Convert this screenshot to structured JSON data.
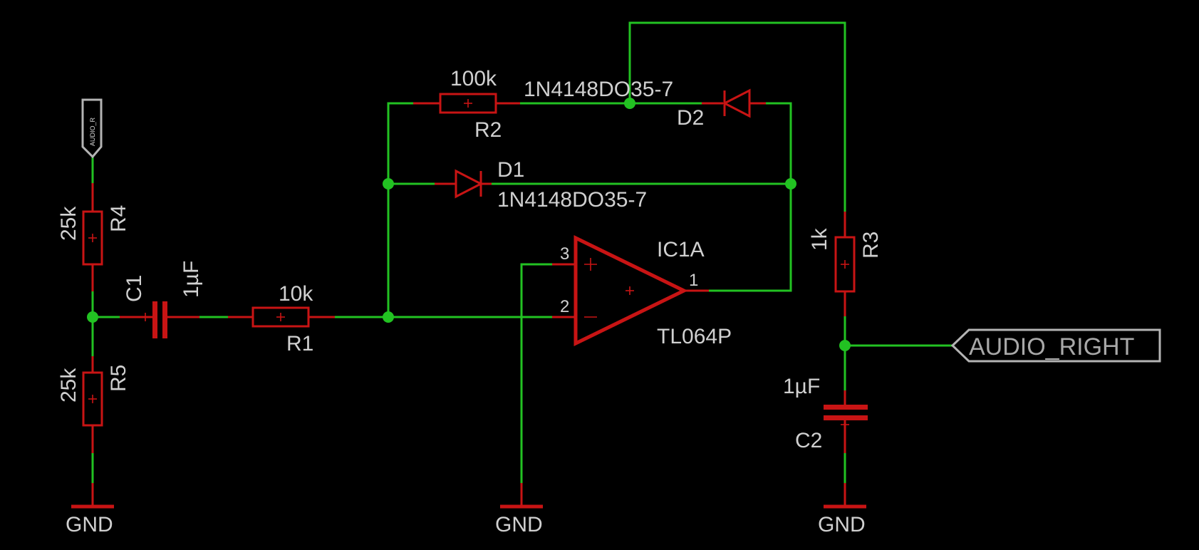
{
  "components": {
    "r1": {
      "ref": "R1",
      "value": "10k"
    },
    "r2": {
      "ref": "R2",
      "value": "100k"
    },
    "r3": {
      "ref": "R3",
      "value": "1k"
    },
    "r4": {
      "ref": "R4",
      "value": "25k"
    },
    "r5": {
      "ref": "R5",
      "value": "25k"
    },
    "c1": {
      "ref": "C1",
      "value": "1µF"
    },
    "c2": {
      "ref": "C2",
      "value": "1µF"
    },
    "d1": {
      "ref": "D1",
      "value": "1N4148DO35-7"
    },
    "d2": {
      "ref": "D2",
      "value": "1N4148DO35-7"
    },
    "ic1a": {
      "ref": "IC1A",
      "value": "TL064P",
      "pin_out": "1",
      "pin_noninv": "3",
      "pin_inv": "2"
    }
  },
  "grounds": {
    "left": "GND",
    "middle": "GND",
    "right": "GND"
  },
  "ports": {
    "input": "AUDIO_R",
    "output": "AUDIO_RIGHT"
  },
  "colors": {
    "background": "#000000",
    "wire": "#22c222",
    "component": "#c81414",
    "label": "#d0d0d0",
    "port": "#b4b4b4"
  }
}
